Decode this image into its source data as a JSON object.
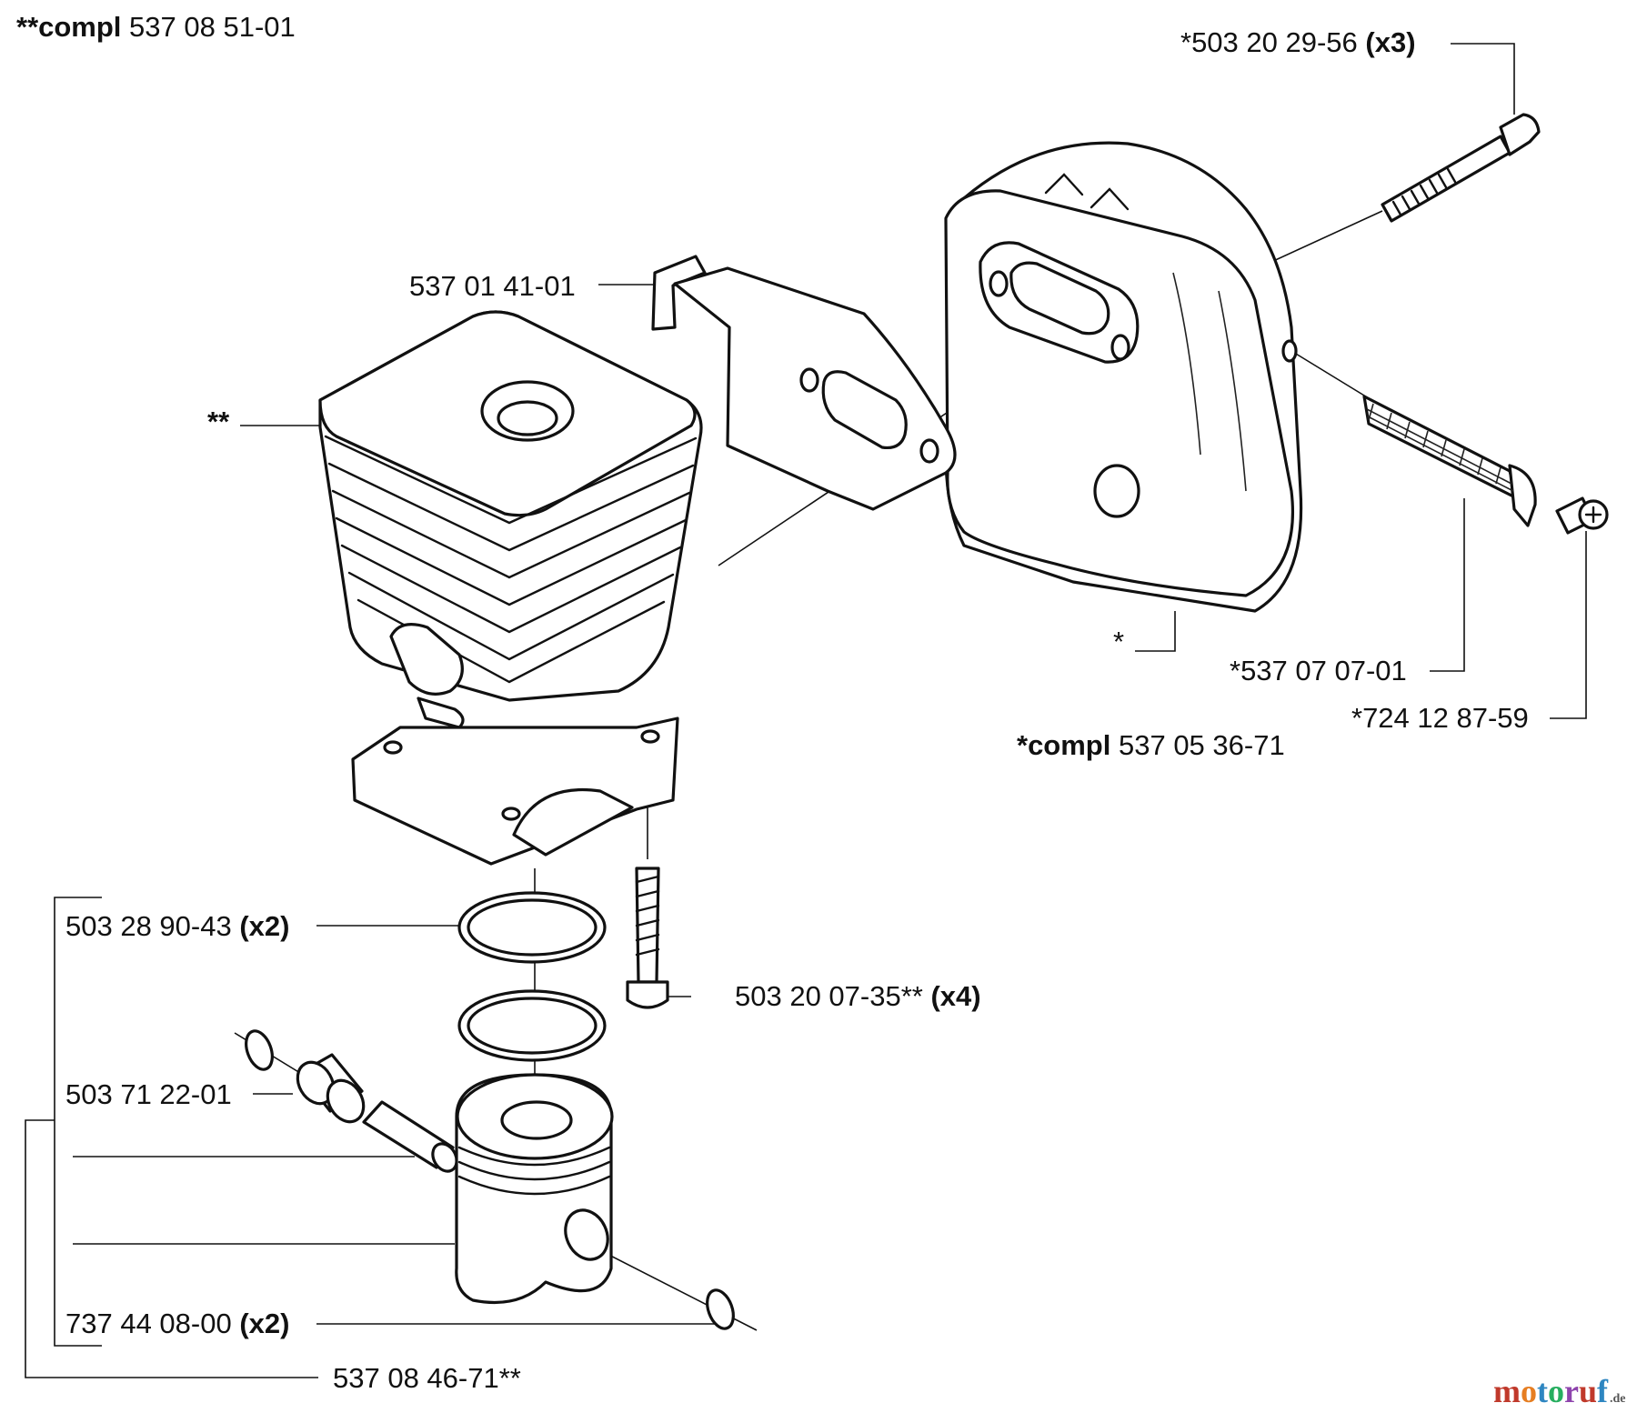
{
  "labels": {
    "cylinder_compl_prefix": "**compl",
    "cylinder_compl_number": "537 08 51-01",
    "cylinder_marker": "**",
    "bracket": "537 01 41-01",
    "muffler_bolt_number": "*503 20 29-56",
    "muffler_bolt_qty": "(x3)",
    "muffler_marker": "*",
    "spark_screen": "*537 07 07-01",
    "screen_screw": "*724 12 87-59",
    "muffler_compl_prefix": "*compl",
    "muffler_compl_number": "537 05 36-71",
    "ring_number": "503 28 90-43",
    "ring_qty": "(x2)",
    "cyl_screw_number": "503 20 07-35**",
    "cyl_screw_qty": "(x4)",
    "bearing": "503 71 22-01",
    "circlip_number": "737 44 08-00",
    "circlip_qty": "(x2)",
    "piston_kit": "537 08 46-71**"
  },
  "watermark": {
    "text": "motoruf",
    "suffix": ".de",
    "colors": [
      "#c0392b",
      "#e67e22",
      "#2e86c1",
      "#27ae60",
      "#8e44ad",
      "#c0392b",
      "#2e86c1"
    ]
  }
}
